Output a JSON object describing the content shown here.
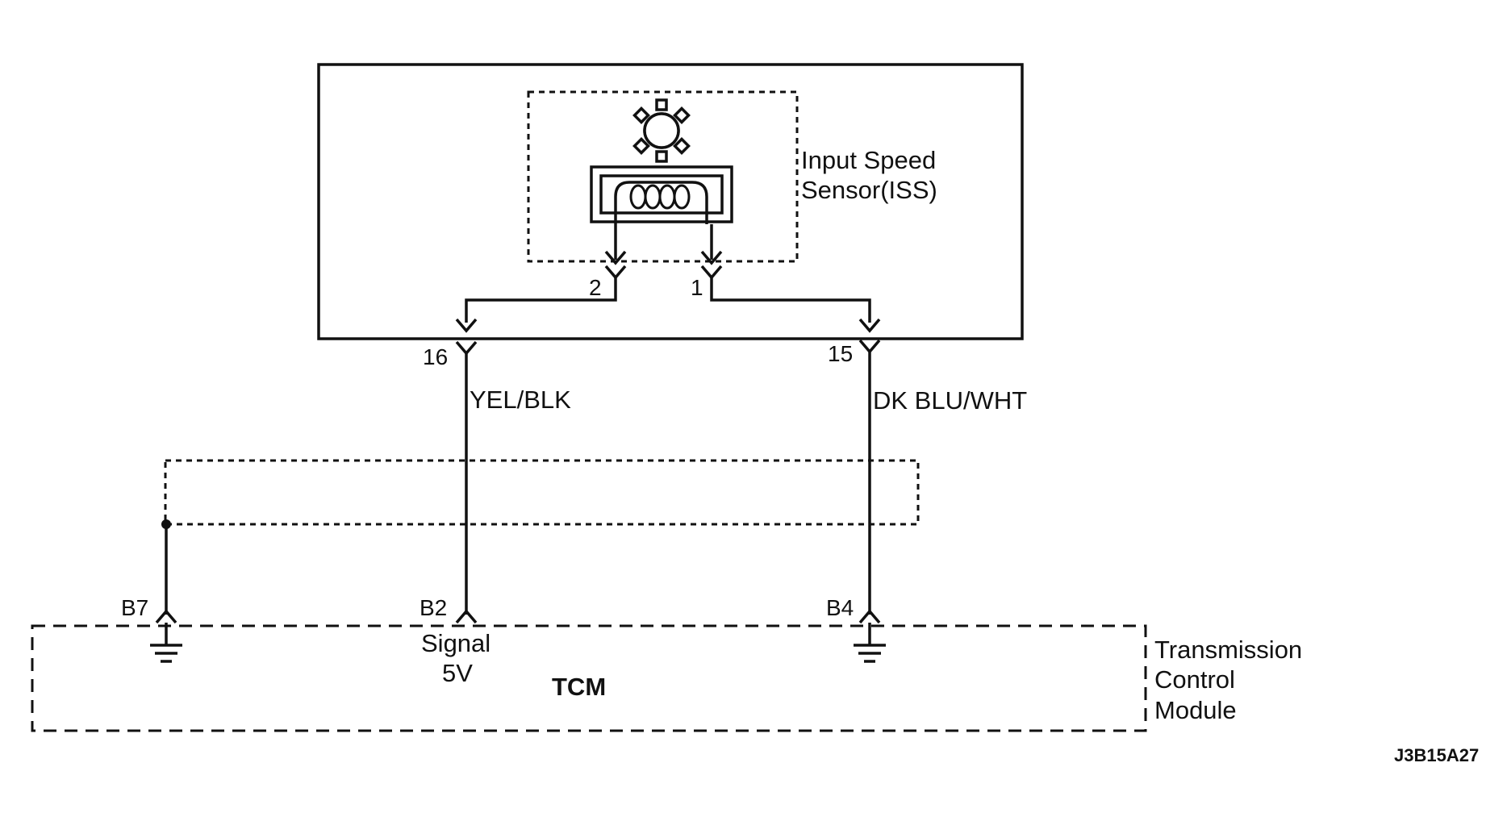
{
  "sensor": {
    "label_line1": "Input Speed",
    "label_line2": "Sensor(ISS)",
    "pin_2": "2",
    "pin_1": "1"
  },
  "harness": {
    "pin_16": "16",
    "pin_15": "15",
    "wire_left_color": "YEL/BLK",
    "wire_right_color": "DK BLU/WHT"
  },
  "tcm": {
    "pin_b7": "B7",
    "pin_b2": "B2",
    "pin_b4": "B4",
    "signal_line1": "Signal",
    "signal_line2": "5V",
    "name": "TCM",
    "label_line1": "Transmission",
    "label_line2": "Control",
    "label_line3": "Module"
  },
  "figure_id": "J3B15A27"
}
